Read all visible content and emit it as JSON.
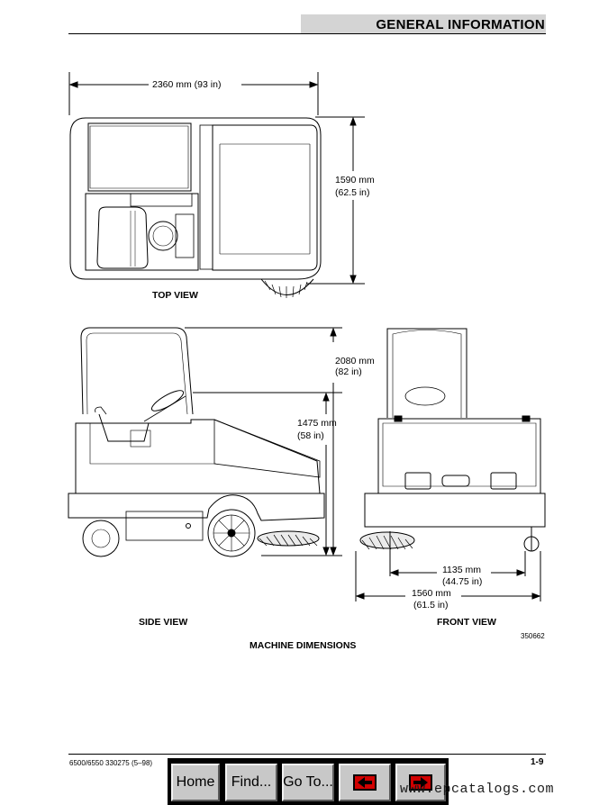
{
  "header": {
    "title": "GENERAL INFORMATION"
  },
  "dimensions": {
    "length": "2360 mm (93 in)",
    "width_mm": "1590 mm",
    "width_in": "(62.5 in)",
    "height_mm": "2080 mm",
    "height_in": "(82 in)",
    "hopper_mm": "1475 mm",
    "hopper_in": "(58 in)",
    "track_mm": "1135 mm",
    "track_in": "(44.75 in)",
    "sweep_mm": "1560 mm",
    "sweep_in": "(61.5 in)"
  },
  "views": {
    "top": "TOP VIEW",
    "side": "SIDE VIEW",
    "front": "FRONT VIEW"
  },
  "figure": {
    "caption": "MACHINE DIMENSIONS",
    "number": "350662"
  },
  "footer": {
    "doc_id": "6500/6550 330275 (5–98)",
    "page": "1-9"
  },
  "nav": {
    "home": "Home",
    "find": "Find...",
    "goto": "Go To...",
    "prev_icon": "prev-page-icon",
    "next_icon": "next-page-icon"
  },
  "watermark": "www.epcatalogs.com"
}
